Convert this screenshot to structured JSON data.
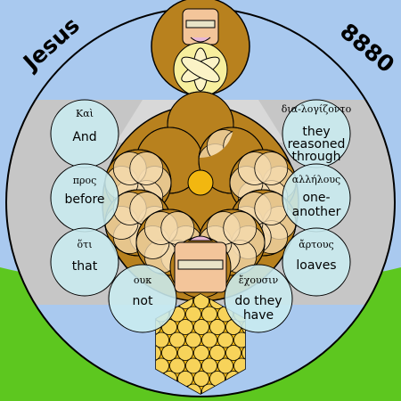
{
  "header": {
    "name": "Jesus",
    "number": "8880"
  },
  "bubbles": [
    {
      "greek": "Καὶ",
      "english": [
        "And"
      ]
    },
    {
      "greek": "προς",
      "english": [
        "before"
      ]
    },
    {
      "greek": "ὅτι",
      "english": [
        "that"
      ]
    },
    {
      "greek": "ουκ",
      "english": [
        "not"
      ]
    },
    {
      "greek": "δια-λογίζοντο",
      "english": [
        "they",
        "reasoned",
        "through"
      ]
    },
    {
      "greek": "αλλήλους",
      "english": [
        "one-",
        "another"
      ]
    },
    {
      "greek": "ἄρτους",
      "english": [
        "loaves"
      ]
    },
    {
      "greek": "ἔχουσιν",
      "english": [
        "do they",
        "have"
      ]
    }
  ],
  "colors": {
    "sky": "#a9c9ef",
    "grass": "#5dc71f",
    "band": "#c6c6c6",
    "body": "#b8811e",
    "petal": "#f5dcb2",
    "bubble": "#c9ecf0",
    "honey": "#f2b710",
    "skin": "#f3c59a"
  }
}
